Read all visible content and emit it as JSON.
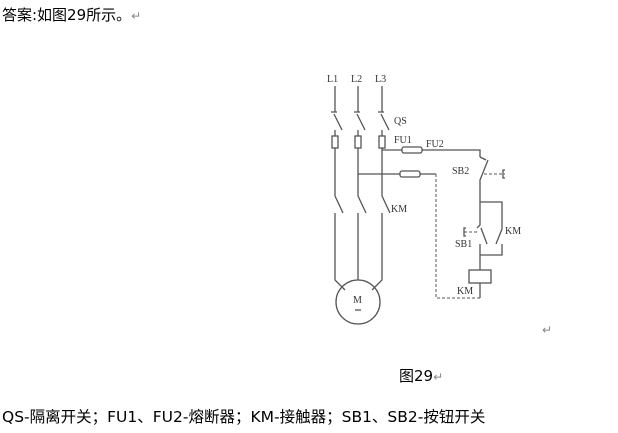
{
  "answer_line": "答案:如图29所示。",
  "return_mark": "↵",
  "figure_caption": "图29",
  "legend_line": "QS-隔离开关；FU1、FU2-熔断器；KM-接触器；SB1、SB2-按钮开关",
  "diagram": {
    "L1": "L1",
    "L2": "L2",
    "L3": "L3",
    "QS": "QS",
    "FU1": "FU1",
    "FU2": "FU2",
    "KM_main": "KM",
    "SB2": "SB2",
    "SB1": "SB1",
    "KM_aux": "KM",
    "KM_coil": "KM",
    "motor": "M"
  }
}
